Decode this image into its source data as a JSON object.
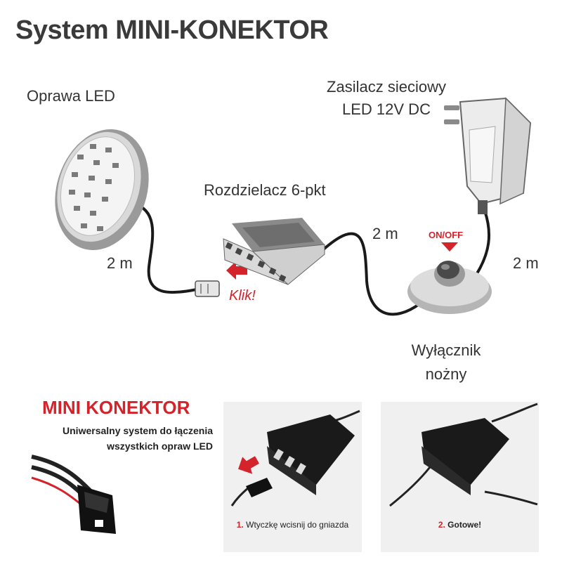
{
  "title": "System MINI-KONEKTOR",
  "labels": {
    "led_fixture": "Oprawa LED",
    "power_supply_line1": "Zasilacz sieciowy",
    "power_supply_line2": "LED 12V DC",
    "splitter": "Rozdzielacz 6-pkt",
    "switch_line1": "Wyłącznik",
    "switch_line2": "nożny",
    "on_off": "ON/OFF",
    "klik": "Klik!",
    "cable_led": "2 m",
    "cable_switch": "2 m",
    "cable_psu": "2 m"
  },
  "mini": {
    "title": "MINI KONEKTOR",
    "subtitle_line1": "Uniwersalny system do łączenia",
    "subtitle_line2": "wszystkich opraw LED"
  },
  "steps": [
    {
      "number": "1.",
      "text": "Wtyczkę wcisnij do gniazda"
    },
    {
      "number": "2.",
      "text": "Gotowe!"
    }
  ],
  "colors": {
    "accent": "#d4232a",
    "text": "#333333",
    "cable": "#1a1a1a"
  }
}
